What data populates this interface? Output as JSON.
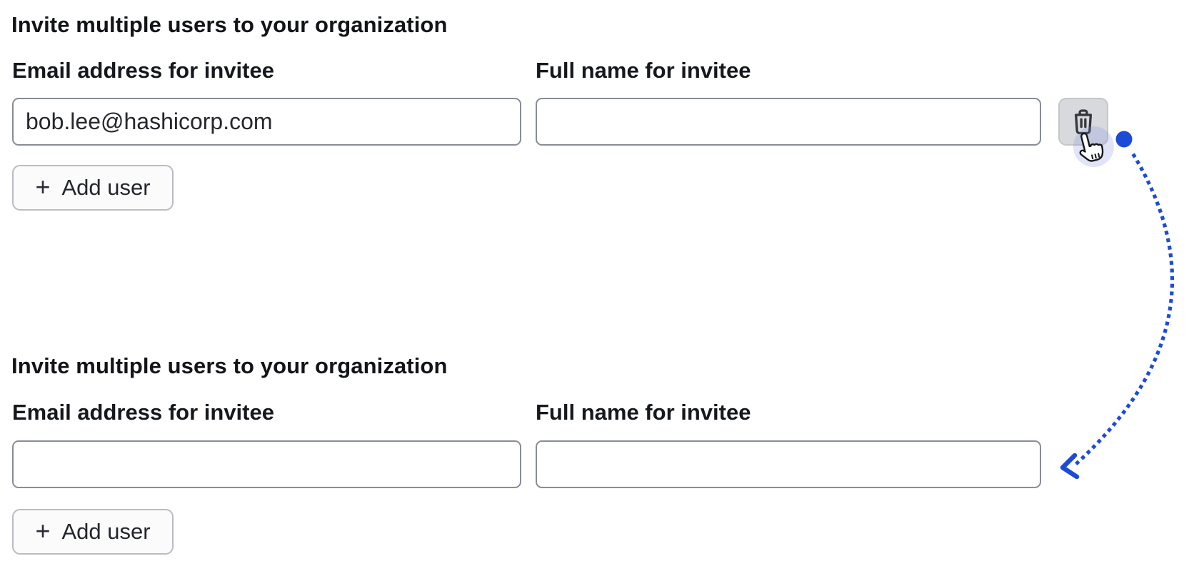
{
  "annotation": {
    "type": "dotted-curved-arrow",
    "color": "#1c4bd6",
    "cursor_icon": "hand-pointer-icon"
  },
  "form_before": {
    "heading": "Invite multiple users to your organization",
    "email_field": {
      "label": "Email address for invitee",
      "value": "bob.lee@hashicorp.com"
    },
    "name_field": {
      "label": "Full name for invitee",
      "value": ""
    },
    "delete_button": {
      "icon": "trash-icon"
    },
    "add_user_button": {
      "plus": "+",
      "label": "Add user"
    }
  },
  "form_after": {
    "heading": "Invite multiple users to your organization",
    "email_field": {
      "label": "Email address for invitee",
      "value": ""
    },
    "name_field": {
      "label": "Full name for invitee",
      "value": ""
    },
    "add_user_button": {
      "plus": "+",
      "label": "Add user"
    }
  }
}
